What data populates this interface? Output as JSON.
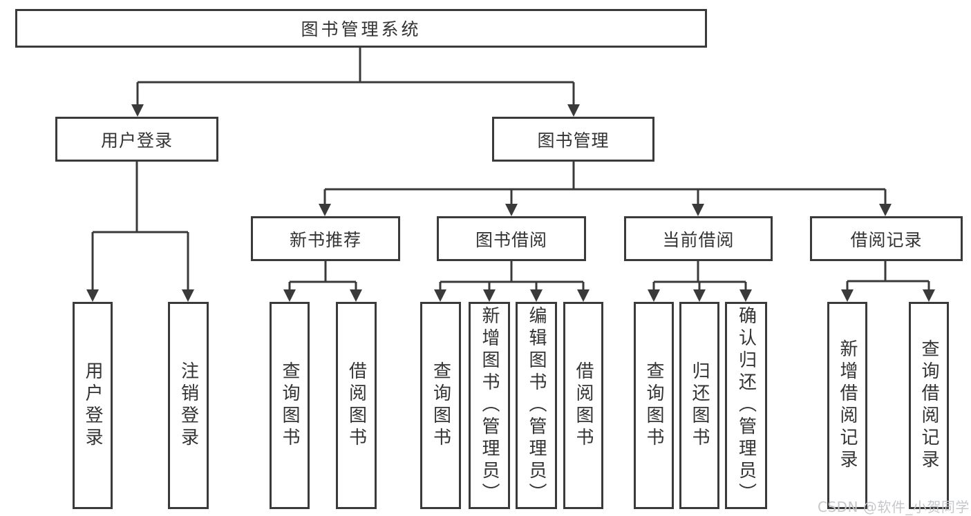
{
  "diagram": {
    "tree": {
      "root": {
        "label": "图书管理系统",
        "children": [
          {
            "label": "用户登录",
            "children": [
              {
                "label": "用户登录"
              },
              {
                "label": "注销登录"
              }
            ]
          },
          {
            "label": "图书管理",
            "children": [
              {
                "label": "新书推荐",
                "children": [
                  {
                    "label": "查询图书"
                  },
                  {
                    "label": "借阅图书"
                  }
                ]
              },
              {
                "label": "图书借阅",
                "children": [
                  {
                    "label": "查询图书"
                  },
                  {
                    "label": "新增图书（管理员）"
                  },
                  {
                    "label": "编辑图书（管理员）"
                  },
                  {
                    "label": "借阅图书"
                  }
                ]
              },
              {
                "label": "当前借阅",
                "children": [
                  {
                    "label": "查询图书"
                  },
                  {
                    "label": "归还图书"
                  },
                  {
                    "label": "确认归还（管理员）"
                  }
                ]
              },
              {
                "label": "借阅记录",
                "children": [
                  {
                    "label": "新增借阅记录"
                  },
                  {
                    "label": "查询借阅记录"
                  }
                ]
              }
            ]
          }
        ]
      }
    },
    "colors": {
      "line": "#3a3a3a",
      "text": "#333333",
      "watermark": "#c5c7cb",
      "background": "#ffffff"
    }
  },
  "watermark": {
    "text": "CSDN @软件_小贺同学"
  }
}
